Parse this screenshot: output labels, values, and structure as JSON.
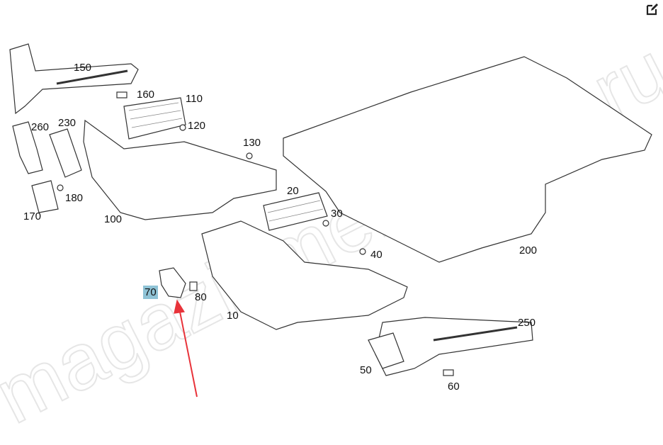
{
  "watermark": "magazinmercedes.ru",
  "edit_icon": "edit-icon",
  "highlight_color": "#8fc3d6",
  "arrow_color": "#e8333a",
  "highlighted_part": "70",
  "labels": {
    "p150": "150",
    "p160": "160",
    "p110": "110",
    "p120": "120",
    "p260": "260",
    "p230": "230",
    "p130": "130",
    "p180": "180",
    "p170": "170",
    "p100": "100",
    "p20": "20",
    "p30": "30",
    "p40": "40",
    "p200": "200",
    "p70": "70",
    "p80": "80",
    "p10": "10",
    "p250": "250",
    "p50": "50",
    "p60": "60"
  }
}
